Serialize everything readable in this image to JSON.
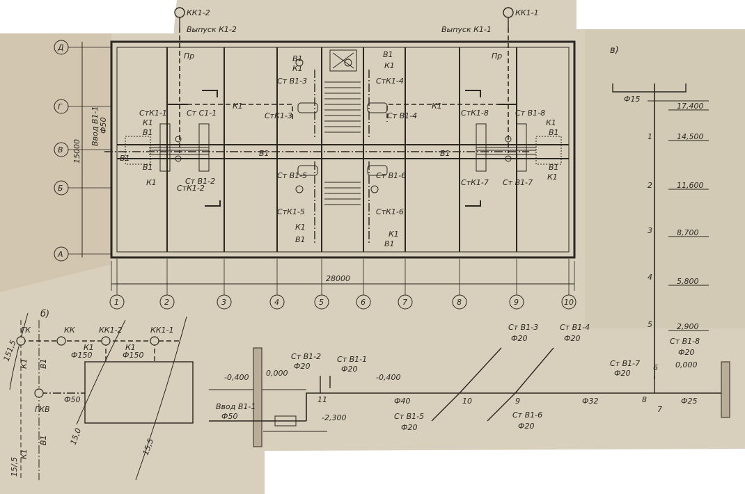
{
  "colors": {
    "paper": "#d8cfbd",
    "paper_dark": "#cdbfa6",
    "ink": "#2a2620",
    "page_bg": "#ffffff"
  },
  "plan": {
    "grid_rows": [
      "Д",
      "Г",
      "В",
      "Б",
      "А"
    ],
    "grid_cols": [
      "1",
      "2",
      "3",
      "4",
      "5",
      "6",
      "7",
      "8",
      "9",
      "10"
    ],
    "dim_width": "28000",
    "dim_height": "15000",
    "well_left": "КК1-2",
    "well_right": "КК1-1",
    "outlet_left": "Выпуск К1-2",
    "outlet_right": "Выпуск К1-1",
    "pr_label": "Пр",
    "k1": "К1",
    "b1": "В1",
    "vvod": "Ввод В1-1",
    "phi50": "Ф50",
    "stk1_1": "СтК1-1",
    "stk1_2": "СтК1-2",
    "stk1_3": "СтК1-3",
    "stk1_4": "СтК1-4",
    "stk1_5": "СтК1-5",
    "stk1_6": "СтК1-6",
    "stk1_7": "СтК1-7",
    "stk1_8": "СтК1-8",
    "stb1_1": "Ст С1-1",
    "stb1_2": "Ст В1-2",
    "stb1_3": "Ст В1-3",
    "stb1_4": "Ст В1-4",
    "stb1_5": "Ст В1-5",
    "stb1_6": "Ст В1-6",
    "stb1_7": "Ст В1-7",
    "stb1_8": "Ст В1-8"
  },
  "site": {
    "label": "б)",
    "gk": "ГК",
    "kk": "КК",
    "kk1_2": "КК1-2",
    "kk1_1": "КК1-1",
    "gkv": "ГКВ",
    "k1": "К1",
    "b1": "В1",
    "phi150": "Ф150",
    "phi50": "Ф50",
    "contour_1": "15,0",
    "contour_2": "15,5",
    "side_1": "151,5",
    "side_2": "15/,5"
  },
  "axon": {
    "minus_0400_a": "-0,400",
    "zero_a": "0,000",
    "minus_0400_b": "-0,400",
    "minus_2300": "-2,300",
    "vvod": "Ввод В1-1",
    "phi50": "Ф50",
    "stb1_2": "Ст В1-2",
    "stb1_1": "Ст В1-1",
    "stb1_3": "Ст В1-3",
    "stb1_4": "Ст В1-4",
    "stb1_5": "Ст В1-5",
    "stb1_6": "Ст В1-6",
    "stb1_7": "Ст В1-7",
    "stb1_8": "Ст В1-8",
    "phi20": "Ф20",
    "phi40": "Ф40",
    "phi32": "Ф32",
    "phi25": "Ф25",
    "node_11": "11",
    "node_10": "10",
    "node_9": "9",
    "node_8": "8",
    "node_7": "7",
    "node_6": "6",
    "zero_b": "0,000"
  },
  "riser": {
    "label": "в)",
    "phi15": "Ф15",
    "elevations": [
      "17,400",
      "14,500",
      "11,600",
      "8,700",
      "5,800",
      "2,900"
    ],
    "floors": [
      "1",
      "2",
      "3",
      "4",
      "5"
    ]
  }
}
